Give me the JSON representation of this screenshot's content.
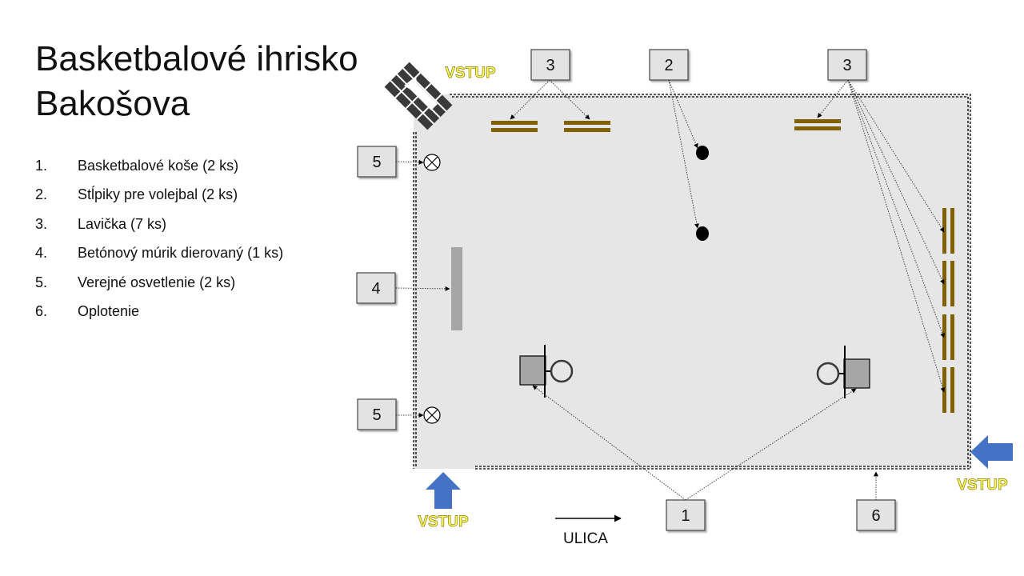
{
  "title": {
    "line1": "Basketbalové ihrisko",
    "line2": "Bakošova"
  },
  "legend": [
    {
      "num": "1.",
      "text": "Basketbalové koše (2 ks)"
    },
    {
      "num": "2.",
      "text": "Stĺpiky pre volejbal (2 ks)"
    },
    {
      "num": "3.",
      "text": "Lavička (7 ks)"
    },
    {
      "num": "4.",
      "text": "Betónový múrik dierovaný (1 ks)"
    },
    {
      "num": "5.",
      "text": "Verejné osvetlenie (2 ks)"
    },
    {
      "num": "6.",
      "text": "Oplotenie"
    }
  ],
  "labels": {
    "basket": "1",
    "volleyball_posts": "2",
    "bench_top": "3",
    "bench_right": "3",
    "wall": "4",
    "light_top": "5",
    "light_bottom": "5",
    "fence": "6"
  },
  "entrance_label": "VSTUP",
  "street_label": "ULICA",
  "colors": {
    "court": "#e7e6e6",
    "bench": "#806000",
    "entrance_arrow": "#4472c4",
    "entrance_text": "#ffff66",
    "box_fill": "#e3e3e3",
    "wall": "#a6a6a6",
    "hoop_board": "#a6a6a6"
  }
}
